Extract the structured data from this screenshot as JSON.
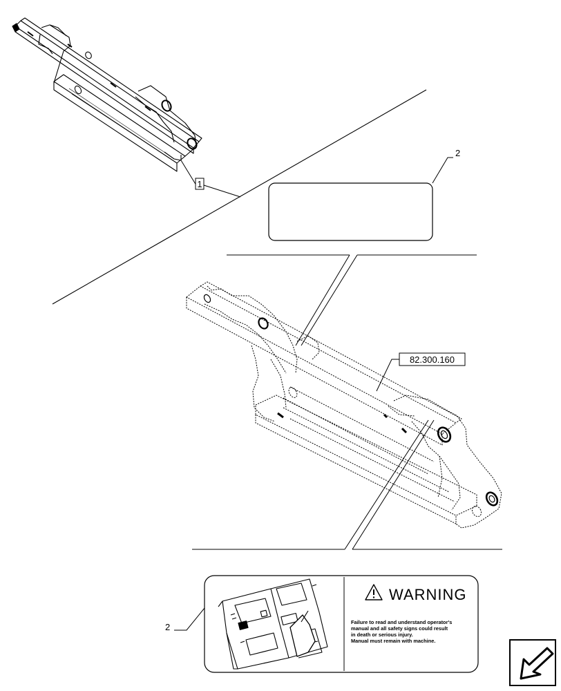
{
  "callouts": {
    "ref_1": "1",
    "ref_2_top": "2",
    "ref_2_bottom": "2",
    "ref_section": "82.300.160"
  },
  "decal": {
    "warning_title": "WARNING",
    "message_lines": [
      "Failure to read and understand operator's",
      "manual and all safety signs could result",
      "in death or serious injury.",
      "Manual must remain with machine."
    ]
  },
  "icons": {
    "warning": "warning-triangle-icon",
    "manual": "operator-manual-icon",
    "navigation": "arrow-back-icon"
  }
}
